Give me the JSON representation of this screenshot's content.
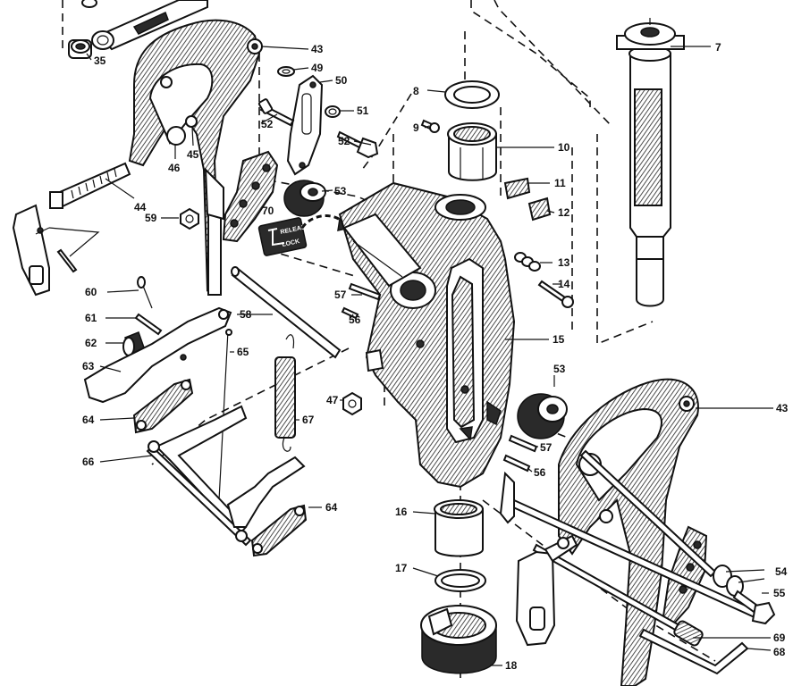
{
  "figure": {
    "labels": [
      {
        "id": "l35",
        "text": "35"
      },
      {
        "id": "l43a",
        "text": "43"
      },
      {
        "id": "l49",
        "text": "49"
      },
      {
        "id": "l50",
        "text": "50"
      },
      {
        "id": "l51",
        "text": "51"
      },
      {
        "id": "l52a",
        "text": "52"
      },
      {
        "id": "l52b",
        "text": "52"
      },
      {
        "id": "l53a",
        "text": "53"
      },
      {
        "id": "l46",
        "text": "46"
      },
      {
        "id": "l45",
        "text": "45"
      },
      {
        "id": "l44",
        "text": "44"
      },
      {
        "id": "l59",
        "text": "59"
      },
      {
        "id": "l70",
        "text": "70"
      },
      {
        "id": "l7",
        "text": "7"
      },
      {
        "id": "l8",
        "text": "8"
      },
      {
        "id": "l9",
        "text": "9"
      },
      {
        "id": "l10",
        "text": "10"
      },
      {
        "id": "l11",
        "text": "11"
      },
      {
        "id": "l12",
        "text": "12"
      },
      {
        "id": "l13",
        "text": "13"
      },
      {
        "id": "l14",
        "text": "14"
      },
      {
        "id": "l15",
        "text": "15"
      },
      {
        "id": "l53b",
        "text": "53"
      },
      {
        "id": "l57a",
        "text": "57"
      },
      {
        "id": "l56a",
        "text": "56"
      },
      {
        "id": "l57b",
        "text": "57"
      },
      {
        "id": "l56b",
        "text": "56"
      },
      {
        "id": "l58",
        "text": "58"
      },
      {
        "id": "l60",
        "text": "60"
      },
      {
        "id": "l61",
        "text": "61"
      },
      {
        "id": "l62",
        "text": "62"
      },
      {
        "id": "l63",
        "text": "63"
      },
      {
        "id": "l64a",
        "text": "64"
      },
      {
        "id": "l65",
        "text": "65"
      },
      {
        "id": "l47",
        "text": "47"
      },
      {
        "id": "l67",
        "text": "67"
      },
      {
        "id": "l66",
        "text": "66"
      },
      {
        "id": "l64b",
        "text": "64"
      },
      {
        "id": "l16",
        "text": "16"
      },
      {
        "id": "l17",
        "text": "17"
      },
      {
        "id": "l18",
        "text": "18"
      },
      {
        "id": "l43b",
        "text": "43"
      },
      {
        "id": "l54",
        "text": "54"
      },
      {
        "id": "l55",
        "text": "55"
      },
      {
        "id": "l69",
        "text": "69"
      },
      {
        "id": "l68",
        "text": "68"
      }
    ],
    "release_tag_top": "RELEASE",
    "release_tag_bottom": "LOCK"
  }
}
